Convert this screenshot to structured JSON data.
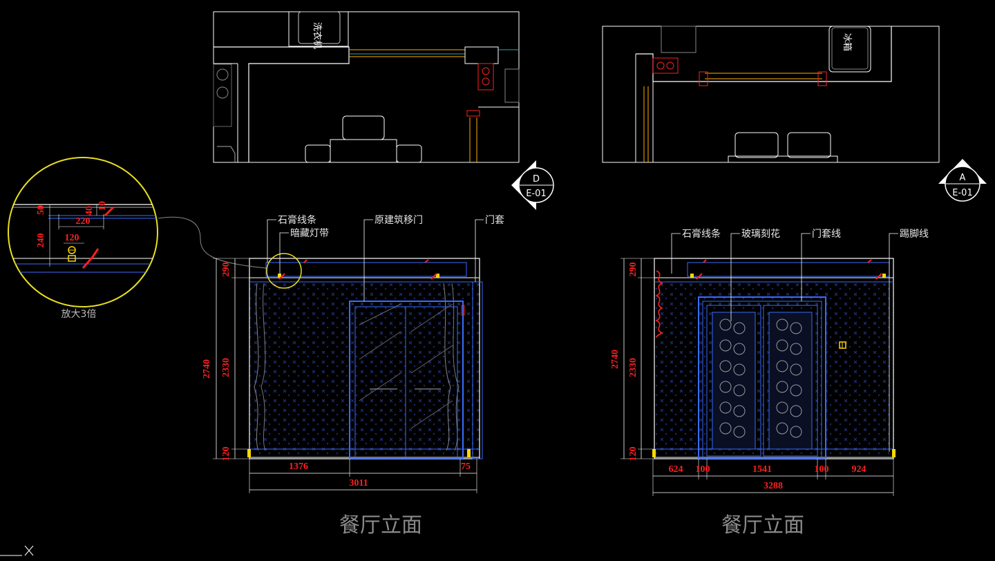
{
  "left_elevation": {
    "title": "餐厅立面",
    "labels": {
      "gypsum_line": "石膏线条",
      "hidden_light": "暗藏灯带",
      "sliding_door": "原建筑移门",
      "door_frame": "门套"
    },
    "dims": {
      "h_total": "2740",
      "h_wall": "2330",
      "h_top": "290",
      "h_base": "120",
      "w_left": "1376",
      "w_right": "75",
      "w_total": "3011"
    },
    "plan_appliance": "洗衣机"
  },
  "right_elevation": {
    "title": "餐厅立面",
    "labels": {
      "gypsum_line": "石膏线条",
      "glass_carving": "玻璃刻花",
      "door_casing": "门套线",
      "skirting": "踢脚线"
    },
    "dims": {
      "h_total": "2740",
      "h_wall": "2330",
      "h_top": "290",
      "h_base": "120",
      "w_1": "624",
      "w_2": "100",
      "w_3": "1541",
      "w_4": "100",
      "w_5": "924",
      "w_total": "3288"
    },
    "plan_appliance": "冰箱"
  },
  "detail": {
    "caption": "放大3倍",
    "dims": {
      "d50": "50",
      "d40": "40",
      "d10": "10",
      "d220": "220",
      "d240": "240",
      "d120": "120"
    }
  },
  "markers": {
    "left": {
      "letter": "D",
      "sheet": "E-01"
    },
    "right": {
      "letter": "A",
      "sheet": "E-01"
    }
  },
  "colors": {
    "wall": "#ffffff",
    "annotation": "#ff2020",
    "lamp": "#ffd800",
    "door": "#3a6cff",
    "pattern": "#1b2a6e",
    "plan_line": "#2aa7b0",
    "detail_circle": "#e8e020"
  }
}
